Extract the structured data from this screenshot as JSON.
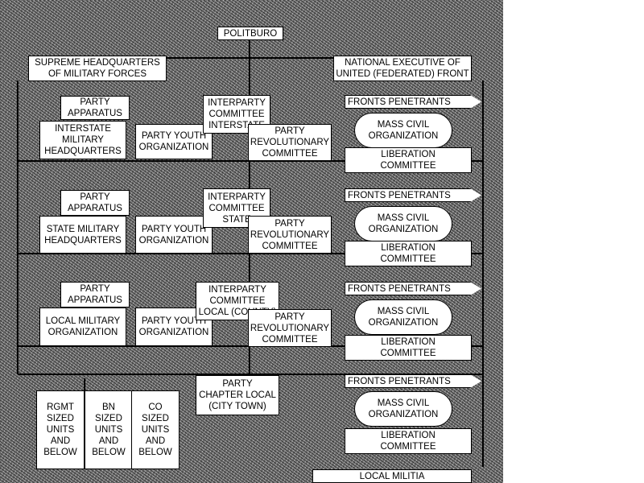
{
  "diagram": {
    "politburo": "POLITBURO",
    "supreme_hq": "SUPREME HEADQUARTERS\nOF MILITARY FORCES",
    "national_exec": "NATIONAL EXECUTIVE OF\nUNITED (FEDERATED) FRONT",
    "fronts_penetrants": "FRONTS PENETRANTS",
    "mass_civil": "MASS CIVIL\nORGANIZATION",
    "liberation": "LIBERATION\nCOMMITTEE",
    "party_apparatus": "PARTY\nAPPARATUS",
    "party_youth": "PARTY YOUTH\nORGANIZATION",
    "party_revolutionary": "PARTY\nREVOLUTIONARY\nCOMMITTEE",
    "interstate_hq": "INTERSTATE\nMILITARY\nHEADQUARTERS",
    "interparty_interstate": "INTERPARTY\nCOMMITTEE\nINTERSTATE",
    "state_hq": "STATE MILITARY\nHEADQUARTERS",
    "interparty_state": "INTERPARTY\nCOMMITTEE\nSTATE",
    "local_military": "LOCAL MILITARY\nORGANIZATION",
    "interparty_local": "INTERPARTY\nCOMMITTEE\nLOCAL (COUNTY)",
    "party_chapter": "PARTY\nCHAPTER LOCAL\n(CITY TOWN)",
    "rgmt_units": "RGMT\nSIZED\nUNITS\nAND\nBELOW",
    "bn_units": "BN\nSIZED\nUNITS\nAND\nBELOW",
    "co_units": "CO\nSIZED\nUNITS\nAND\nBELOW",
    "local_militia": "LOCAL MILITIA"
  }
}
